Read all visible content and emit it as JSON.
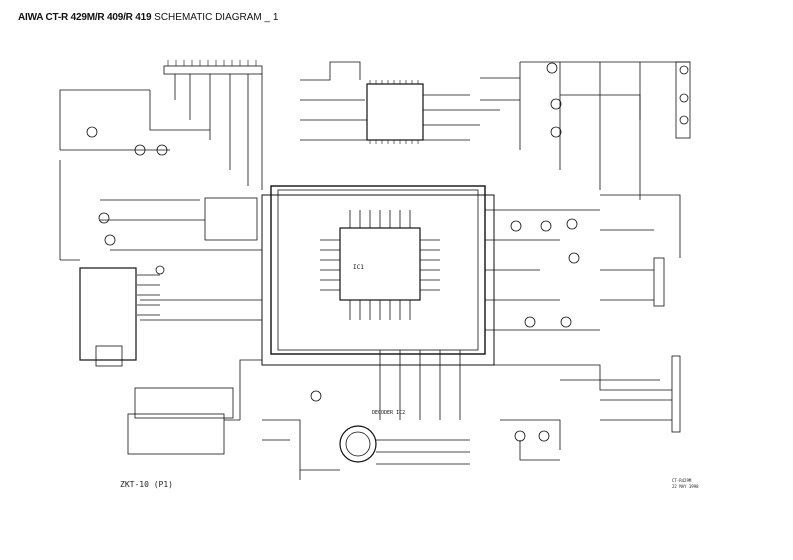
{
  "title": {
    "model": "AIWA CT-R 429M/R 409/R 419",
    "caption": "SCHEMATIC  DIAGRAM _ 1"
  },
  "board_label": "ZKT-10  (P1)",
  "block_labels": {
    "decoder": "DECODER IC2",
    "main_ic": "IC1"
  },
  "footer_code": {
    "line1": "CT-R429M",
    "line2": "22 MAY 1998"
  },
  "colors": {
    "ink": "#111111",
    "paper": "#ffffff"
  }
}
